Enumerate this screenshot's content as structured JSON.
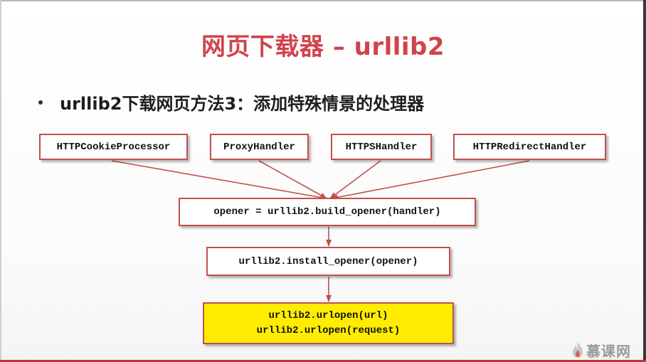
{
  "slide": {
    "title": "网页下载器 – urllib2",
    "bullet": "urllib2下载网页方法3：添加特殊情景的处理器"
  },
  "diagram": {
    "handlers": [
      "HTTPCookieProcessor",
      "ProxyHandler",
      "HTTPSHandler",
      "HTTPRedirectHandler"
    ],
    "build_opener": "opener = urllib2.build_opener(handler)",
    "install_opener": "urllib2.install_opener(opener)",
    "urlopen_lines": [
      "urllib2.urlopen(url)",
      "urllib2.urlopen(request)"
    ],
    "colors": {
      "title": "#d0434b",
      "box_border": "#c0504d",
      "arrow": "#c0504d",
      "highlight_fill": "#ffec00"
    }
  },
  "logo": {
    "text": "慕课网",
    "icon": "flame-icon"
  }
}
